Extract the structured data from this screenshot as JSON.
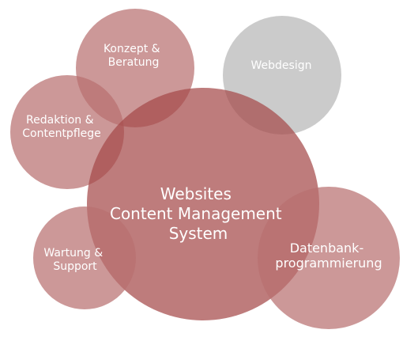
{
  "colors": {
    "primary": "#a54a4a",
    "secondary": "#b97070",
    "neutral": "#a9a9a9",
    "text": "#ffffff"
  },
  "bubbles": {
    "center": {
      "lines": [
        "Websites",
        "Content Management",
        "System"
      ]
    },
    "konzept": {
      "lines": [
        "Konzept &",
        "Beratung"
      ]
    },
    "webdesign": {
      "lines": [
        "Webdesign"
      ]
    },
    "redaktion": {
      "lines": [
        "Redaktion &",
        "Contentpflege"
      ]
    },
    "wartung": {
      "lines": [
        "Wartung &",
        "Support"
      ]
    },
    "datenbank": {
      "lines": [
        "Datenbank-",
        "programmierung"
      ]
    }
  }
}
